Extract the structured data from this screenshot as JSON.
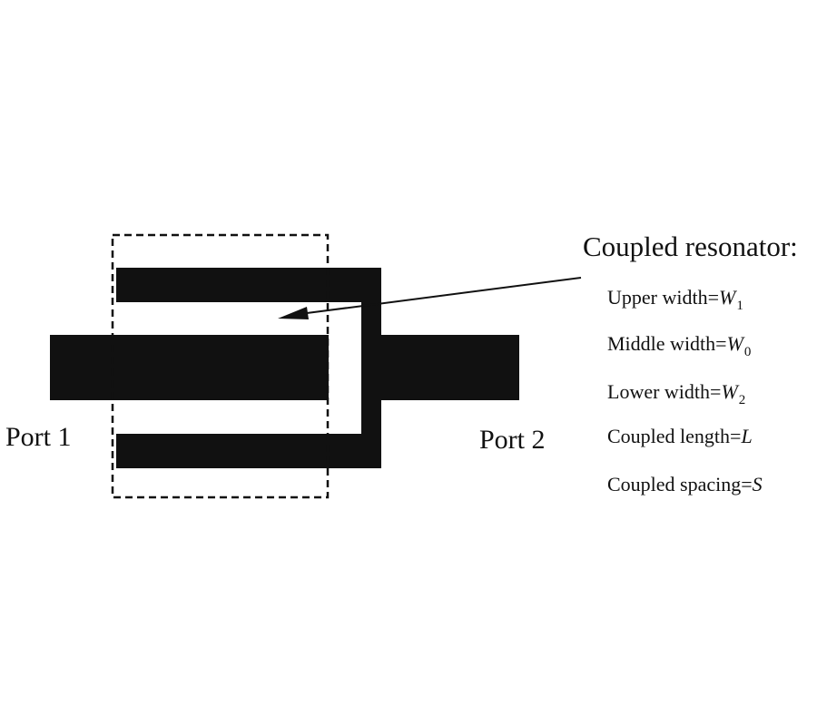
{
  "colors": {
    "metal": "#111111",
    "background": "#ffffff"
  },
  "ports": {
    "left": "Port 1",
    "right": "Port 2"
  },
  "resonator": {
    "title": "Coupled resonator:",
    "params": [
      {
        "prefix": "Upper width=",
        "var": "W",
        "sub": "1"
      },
      {
        "prefix": "Middle width=",
        "var": "W",
        "sub": "0"
      },
      {
        "prefix": "Lower width=",
        "var": "W",
        "sub": "2"
      },
      {
        "prefix": "Coupled length=",
        "var": "L",
        "sub": ""
      },
      {
        "prefix": "Coupled spacing=",
        "var": "S",
        "sub": ""
      }
    ]
  }
}
